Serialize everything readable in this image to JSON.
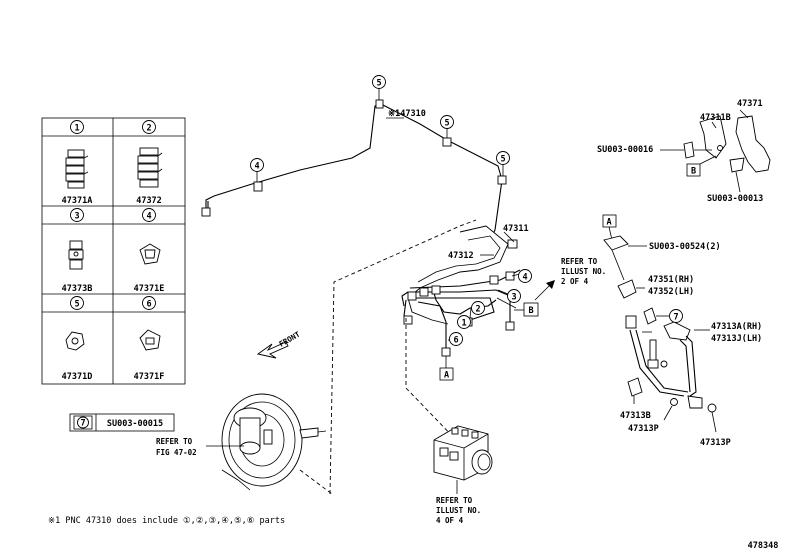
{
  "diagram_id": "478348",
  "note": "※1 PNC 47310 does include ①,②,③,④,⑤,⑥ parts",
  "front_label": "FRONT",
  "legend_grid": [
    {
      "num": "1",
      "part": "47371A"
    },
    {
      "num": "2",
      "part": "47372"
    },
    {
      "num": "3",
      "part": "47373B"
    },
    {
      "num": "4",
      "part": "47371E"
    },
    {
      "num": "5",
      "part": "47371D"
    },
    {
      "num": "6",
      "part": "47371F"
    }
  ],
  "legend_seven": {
    "num": "7",
    "part": "SU003-00015"
  },
  "callouts": {
    "c5a": "5",
    "c5b": "5",
    "c5c": "5",
    "c4a": "4",
    "c4b": "4",
    "c3": "3",
    "c2": "2",
    "c1": "1",
    "c6": "6",
    "c7": "7"
  },
  "labels": {
    "p47310": "※147310",
    "p47311": "47311",
    "p47312": "47312",
    "p47371": "47371",
    "p47311b": "47311B",
    "su16": "SU003-00016",
    "su13": "SU003-00013",
    "su524": "SU003-00524(2)",
    "p47351": "47351(RH)",
    "p47352": "47352(LH)",
    "p47313a": "47313A(RH)",
    "p47313j": "47313J(LH)",
    "p47313b": "47313B",
    "p47313p1": "47313P",
    "p47313p2": "47313P"
  },
  "boxes": {
    "a1": "A",
    "a2": "A",
    "b1": "B",
    "b2": "B"
  },
  "refs": {
    "r1": [
      "REFER TO",
      "ILLUST NO.",
      "2 OF 4"
    ],
    "r2": [
      "REFER TO",
      "FIG 47-02"
    ],
    "r3": [
      "REFER TO",
      "ILLUST NO.",
      "4 OF 4"
    ]
  }
}
